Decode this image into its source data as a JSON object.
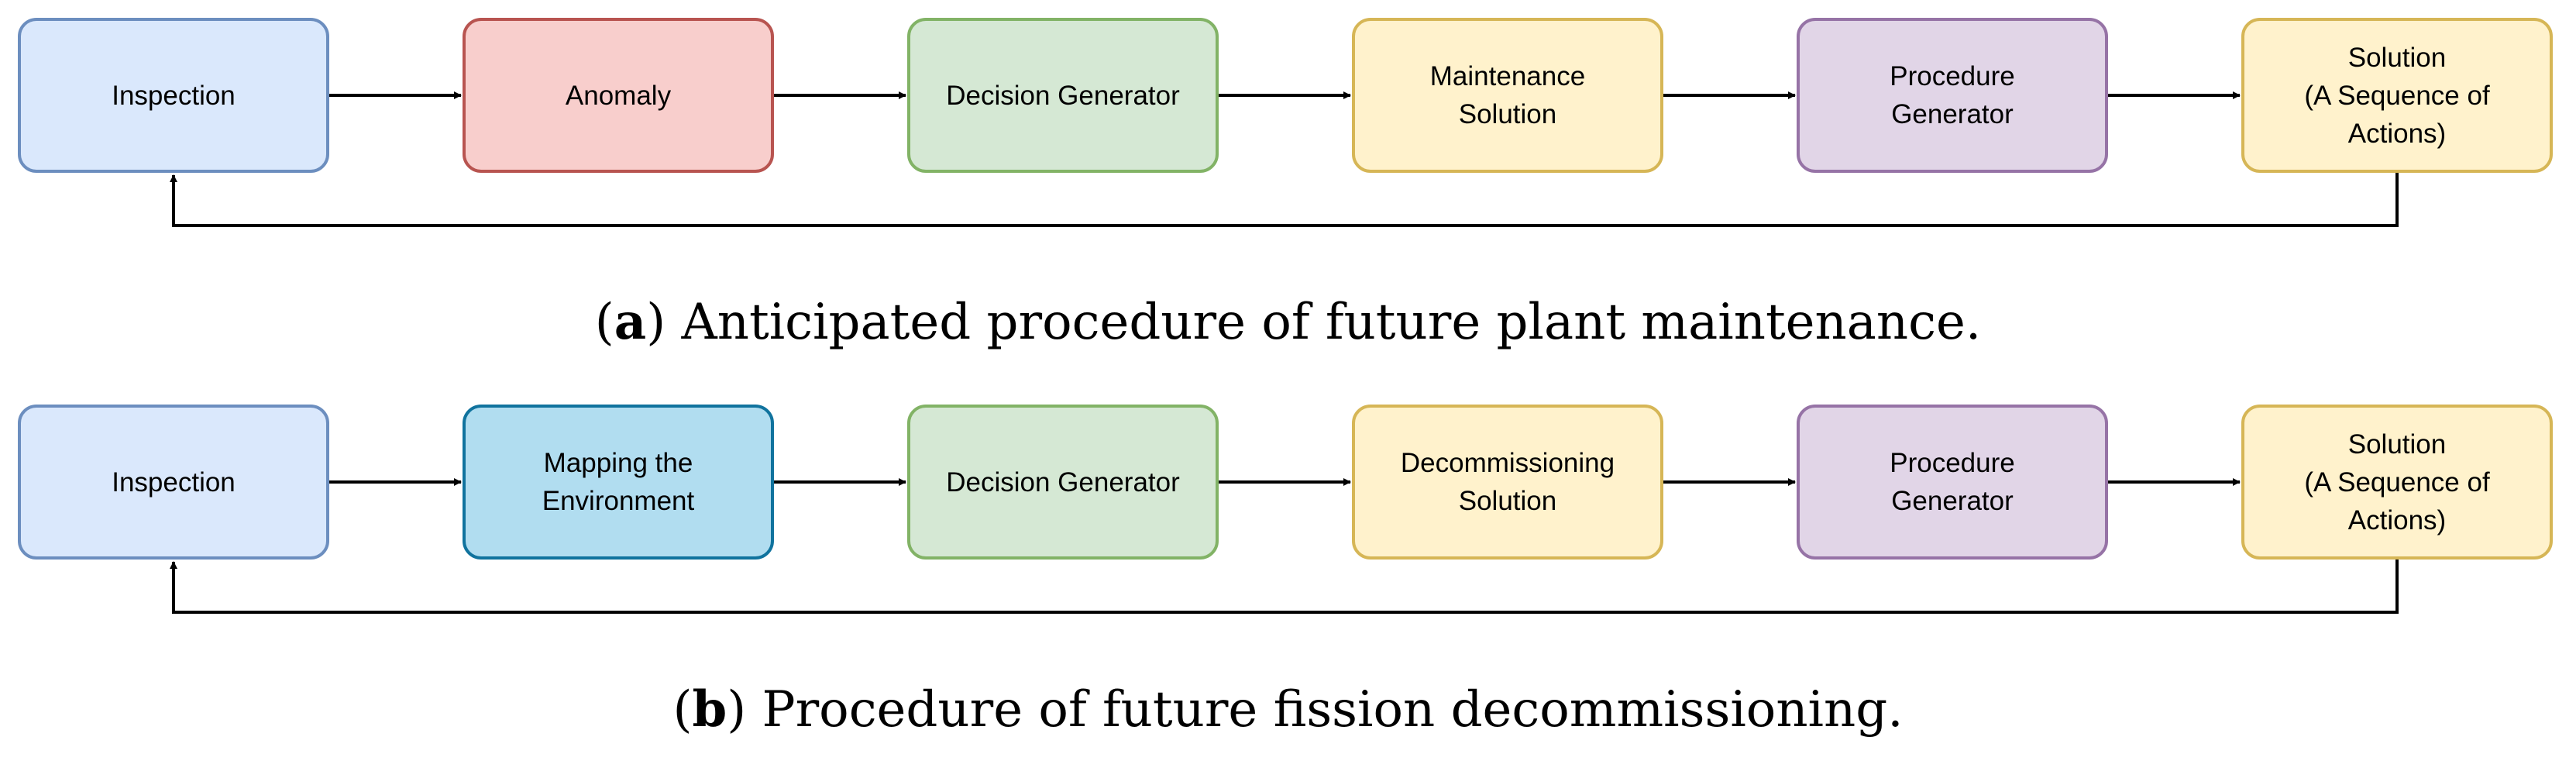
{
  "colors": {
    "inspection": {
      "fill": "#dae8fc",
      "stroke": "#6c8ebf"
    },
    "anomaly": {
      "fill": "#f8cecc",
      "stroke": "#b85450"
    },
    "decision": {
      "fill": "#d5e8d4",
      "stroke": "#82b366"
    },
    "solution": {
      "fill": "#fff2cc",
      "stroke": "#d6b656"
    },
    "procedure": {
      "fill": "#e1d5e7",
      "stroke": "#9673a6"
    },
    "mapping": {
      "fill": "#b1ddf0",
      "stroke": "#10739e"
    },
    "line": "#000000"
  },
  "diagram_a": {
    "nodes": [
      {
        "id": "inspection",
        "label": "Inspection",
        "color": "inspection"
      },
      {
        "id": "anomaly",
        "label": "Anomaly",
        "color": "anomaly"
      },
      {
        "id": "decision-generator",
        "label": "Decision Generator",
        "color": "decision"
      },
      {
        "id": "maintenance-solution",
        "label": "Maintenance\nSolution",
        "color": "solution"
      },
      {
        "id": "procedure-generator",
        "label": "Procedure\nGenerator",
        "color": "procedure"
      },
      {
        "id": "solution",
        "label": "Solution\n(A Sequence of\nActions)",
        "color": "solution"
      }
    ],
    "caption": {
      "letter": "a",
      "text": "Anticipated procedure of future plant maintenance."
    }
  },
  "diagram_b": {
    "nodes": [
      {
        "id": "inspection",
        "label": "Inspection",
        "color": "inspection"
      },
      {
        "id": "mapping-the-environment",
        "label": "Mapping the\nEnvironment",
        "color": "mapping"
      },
      {
        "id": "decision-generator",
        "label": "Decision Generator",
        "color": "decision"
      },
      {
        "id": "decommissioning-solution",
        "label": "Decommissioning\nSolution",
        "color": "solution"
      },
      {
        "id": "procedure-generator",
        "label": "Procedure\nGenerator",
        "color": "procedure"
      },
      {
        "id": "solution",
        "label": "Solution\n(A Sequence of\nActions)",
        "color": "solution"
      }
    ],
    "caption": {
      "letter": "b",
      "text": "Procedure of future fission decommissioning."
    }
  }
}
